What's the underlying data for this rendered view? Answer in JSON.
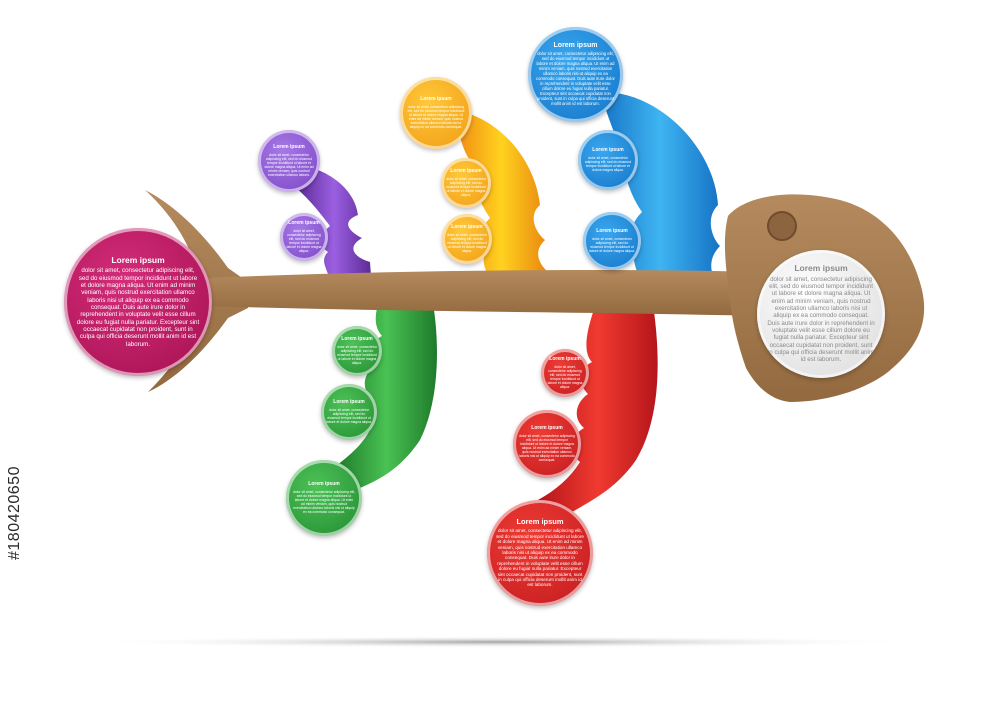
{
  "colors": {
    "bone": "#a57a4f",
    "bone_dark": "#7e5a37",
    "magenta": "#b5155e",
    "purple": "#7d3fbf",
    "orange": "#f3a51b",
    "blue": "#1e90dd",
    "green": "#2e9d3c",
    "red": "#d9262c",
    "gray": "#e3e3e3"
  },
  "bubbles": {
    "magenta_main": {
      "title": "Lorem ipsum",
      "text": "dolor sit amet, consectetur adipiscing elit, sed do eiusmod tempor incididunt ut labore et dolore magna aliqua. Ut enim ad minim veniam, quis nostrud exercitation ullamco laboris nisi ut aliquip ex ea commodo consequat. Duis aute irure dolor in reprehendent in voluptate velit esse cillum dolore eu fugiat nulla pariatur. Excepteur sint occaecat cupidatat non proident, sunt in culpa qui officia deserunt mollit anim id est laborum."
    },
    "head_main": {
      "title": "Lorem ipsum",
      "text": "dolor sit amet, consectetur adipiscing elit, sed do eiusmod tempor incididunt ut labore et dolore magna aliqua. Ut enim ad minim veniam, quis nostrud exercitation ullamco laboris nisi ut aliquip ex ea commodo consequat. Duis aute irure dolor in reprehendent in voluptate velit esse cillum dolore eu fugiat nulla pariatur. Excepteur sint occaecat cupidatat non proident, sunt in culpa qui officia deserunt mollit anim id est laborum."
    },
    "blue_top": {
      "title": "Lorem ipsum",
      "text": "dolor sit amet, consectetur adipiscing elit, sed do eiusmod tempor incididunt ut labore et dolore magna aliqua. Ut enim ad minim veniam, quis nostrud exercitation ullamco laboris nisi ut aliquip ex ea commodo consequat. Duis aute irure dolor in reprehendent in voluptate velit esse cillum dolore eu fugiat nulla pariatur. Excepteur sint occaecat cupidatat non proident, sunt in culpa qui officia deserunt mollit anim id est laborum."
    },
    "red_bottom": {
      "title": "Lorem ipsum",
      "text": "dolor sit amet, consectetur adipiscing elit, sed do eiusmod tempor incididunt ut labore et dolore magna aliqua. Ut enim ad minim veniam, quis nostrud exercitation ullamco laboris nisi ut aliquip ex ea commodo consequat. Duis aute irure dolor in reprehendent in voluptate velit esse cillum dolore eu fugiat nulla pariatur. Excepteur sint occaecat cupidatat non proident, sunt in culpa qui officia deserunt mollit anim id est laborum."
    },
    "purple_1": {
      "title": "Lorem ipsum",
      "text": "dolor sit amet, consectetur adipiscing elit, sed do eiusmod tempor incididunt ut labore et dolore magna aliqua. Ut enim ad minim veniam, quis nostrud exercitation ullamco laboris."
    },
    "purple_2": {
      "title": "Lorem ipsum",
      "text": "dolor sit amet, consectetur adipiscing elit, sed do eiusmod tempor incididunt ut labore et dolore magna aliqua."
    },
    "orange_1": {
      "title": "Lorem ipsum",
      "text": "dolor sit amet, consectetur adipiscing elit, sed do eiusmod tempor incididunt ut labore et dolore magna aliqua. Ut enim ad minim veniam, quis nostrud exercitation ullamco laboris nisi ut aliquip ex ea commodo consequat."
    },
    "orange_2": {
      "title": "Lorem ipsum",
      "text": "dolor sit amet, consectetur adipiscing elit, sed do eiusmod tempor incididunt ut labore et dolore magna aliqua."
    },
    "orange_3": {
      "title": "Lorem ipsum",
      "text": "dolor sit amet, consectetur adipiscing elit, sed do eiusmod tempor incididunt ut labore et dolore magna aliqua."
    },
    "blue_2": {
      "title": "Lorem ipsum",
      "text": "dolor sit amet, consectetur adipiscing elit, sed do eiusmod tempor incididunt ut labore et dolore magna aliqua."
    },
    "blue_3": {
      "title": "Lorem ipsum",
      "text": "dolor sit amet, consectetur adipiscing elit, sed do eiusmod tempor incididunt ut labore et dolore magna aliqua."
    },
    "green_1": {
      "title": "Lorem ipsum",
      "text": "dolor sit amet, consectetur adipiscing elit, sed do eiusmod tempor incididunt ut labore et dolore magna aliqua."
    },
    "green_2": {
      "title": "Lorem ipsum",
      "text": "dolor sit amet, consectetur adipiscing elit, sed do eiusmod tempor incididunt ut labore et dolore magna aliqua."
    },
    "green_3": {
      "title": "Lorem ipsum",
      "text": "dolor sit amet, consectetur adipiscing elit, sed do eiusmod tempor incididunt ut labore et dolore magna aliqua. Ut enim ad minim veniam, quis nostrud exercitation ullamco laboris nisi ut aliquip ex ea commodo consequat."
    },
    "red_1": {
      "title": "Lorem ipsum",
      "text": "dolor sit amet, consectetur adipiscing elit, sed do eiusmod tempor incididunt ut labore et dolore magna aliqua."
    },
    "red_2": {
      "title": "Lorem ipsum",
      "text": "dolor sit amet, consectetur adipiscing elit, sed do eiusmod tempor incididunt ut labore et dolore magna aliqua. Ut enim ad minim veniam, quis nostrud exercitation ullamco laboris nisi ut aliquip ex ea commodo consequat."
    }
  },
  "watermark_id": "#180420650"
}
